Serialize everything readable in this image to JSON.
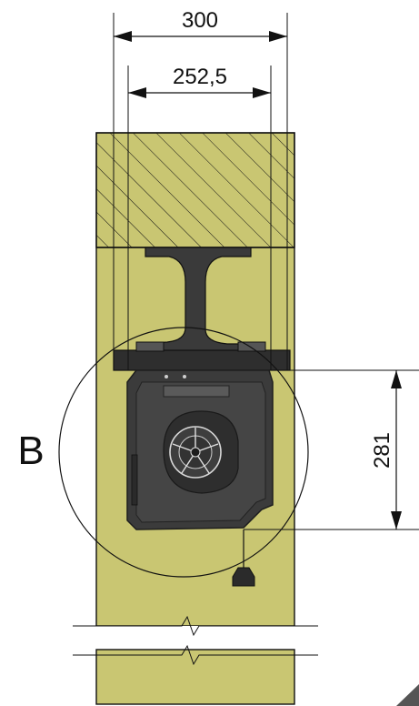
{
  "dimensions": {
    "outer_width": "300",
    "inner_width": "252,5",
    "height": "281"
  },
  "detail_label": "B",
  "colors": {
    "wall_fill": "#c9c672",
    "steel_beam": "#3a3a3a",
    "unit_body": "#3b3b3b",
    "unit_edge": "#1e1e1e",
    "line": "#111111",
    "background": "#ffffff"
  }
}
